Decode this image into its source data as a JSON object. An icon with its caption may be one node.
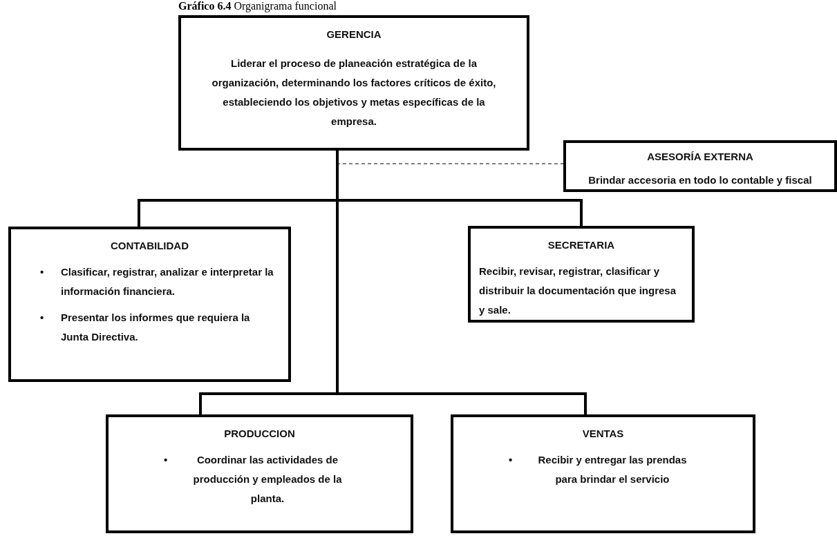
{
  "diagram": {
    "title": "**Gráfico 6.4** Organigrama funcional",
    "nodes": [
      {
        "text": [
          "GERENCIA",
          "Liderar el proceso de planeación estratégica de la organización, determinando los factores críticos de éxito, estableciendo los objetivos y metas específicas de la empresa."
        ]
      },
      {
        "text": [
          "ASESORÍA EXTERNA",
          "Brindar accesoria en todo lo contable y fiscal"
        ]
      },
      {
        "text": [
          "CONTABILIDAD",
          "Clasificar, registrar, analizar e interpretar la información financiera.",
          "Presentar los informes que requiera la Junta Directiva."
        ]
      },
      {
        "text": [
          "SECRETARIA",
          "Recibir, revisar, registrar, clasificar y distribuir la documentación que ingresa y sale."
        ]
      },
      {
        "text": [
          "PRODUCCION",
          "Coordinar las actividades de producción y empleados de la planta."
        ]
      },
      {
        "text": [
          "VENTAS",
          "Recibir y entregar las prendas para brindar el servicio"
        ]
      }
    ],
    "edges": [
      {
        "from": 0,
        "to": 1,
        "arrow": "none",
        "style": "dashed"
      },
      {
        "from": 0,
        "to": 2,
        "arrow": "none"
      },
      {
        "from": 0,
        "to": 3,
        "arrow": "none"
      },
      {
        "from": 0,
        "to": 4,
        "arrow": "none"
      },
      {
        "from": 0,
        "to": 5,
        "arrow": "none"
      }
    ],
    "labels": [
      "•",
      "•",
      "•",
      "•"
    ]
  }
}
